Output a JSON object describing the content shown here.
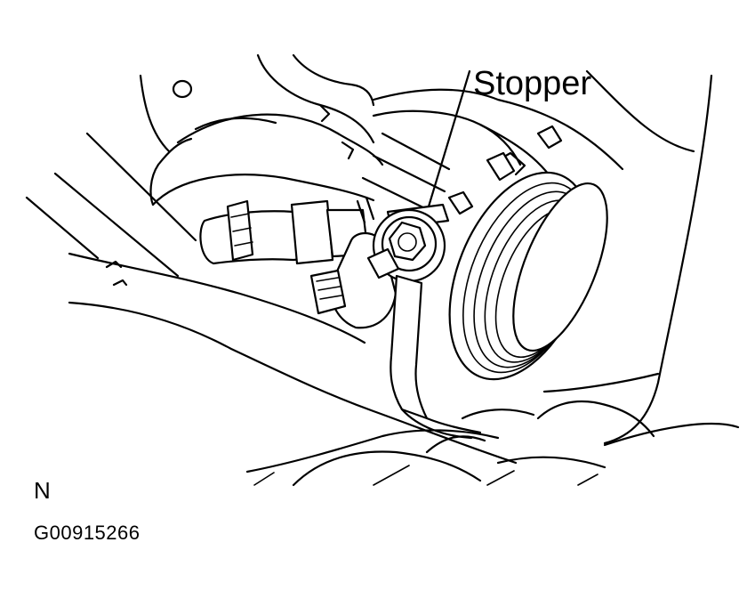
{
  "callout": {
    "label": "Stopper"
  },
  "view_code": "N",
  "figure_id": "G00915266"
}
